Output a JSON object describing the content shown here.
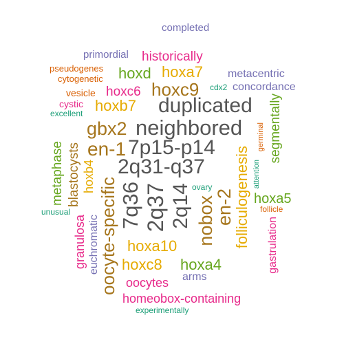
{
  "colors": {
    "gray": "#555555",
    "brown": "#a6761d",
    "mustard": "#e6ab02",
    "green": "#66a61e",
    "teal": "#1b9e77",
    "magenta": "#e7298a",
    "purple": "#7570b3",
    "orange": "#d95f02"
  },
  "words": [
    {
      "text": "completed",
      "color": "#7570b3"
    },
    {
      "text": "primordial",
      "color": "#7570b3"
    },
    {
      "text": "historically",
      "color": "#e7298a"
    },
    {
      "text": "pseudogenes",
      "color": "#d95f02"
    },
    {
      "text": "cytogenetic",
      "color": "#d95f02"
    },
    {
      "text": "hoxd",
      "color": "#66a61e"
    },
    {
      "text": "hoxa7",
      "color": "#e6ab02"
    },
    {
      "text": "metacentric",
      "color": "#7570b3"
    },
    {
      "text": "vesicle",
      "color": "#d95f02"
    },
    {
      "text": "hoxc6",
      "color": "#e7298a"
    },
    {
      "text": "hoxc9",
      "color": "#a6761d"
    },
    {
      "text": "cdx2",
      "color": "#1b9e77"
    },
    {
      "text": "concordance",
      "color": "#7570b3"
    },
    {
      "text": "cystic",
      "color": "#e7298a"
    },
    {
      "text": "hoxb7",
      "color": "#e6ab02"
    },
    {
      "text": "duplicated",
      "color": "#555555"
    },
    {
      "text": "excellent",
      "color": "#1b9e77"
    },
    {
      "text": "segmentally",
      "color": "#66a61e"
    },
    {
      "text": "gbx2",
      "color": "#a6761d"
    },
    {
      "text": "neighbored",
      "color": "#555555"
    },
    {
      "text": "germinal",
      "color": "#d95f02"
    },
    {
      "text": "metaphase",
      "color": "#66a61e"
    },
    {
      "text": "en-1",
      "color": "#a6761d"
    },
    {
      "text": "7p15-p14",
      "color": "#555555"
    },
    {
      "text": "blastocysts",
      "color": "#a6761d"
    },
    {
      "text": "2q31-q37",
      "color": "#555555"
    },
    {
      "text": "folliculogenesis",
      "color": "#e6ab02"
    },
    {
      "text": "hoxb4",
      "color": "#e6ab02"
    },
    {
      "text": "attention",
      "color": "#1b9e77"
    },
    {
      "text": "oocyte-specific",
      "color": "#a6761d"
    },
    {
      "text": "7q36",
      "color": "#555555"
    },
    {
      "text": "2q37",
      "color": "#555555"
    },
    {
      "text": "2q14",
      "color": "#555555"
    },
    {
      "text": "ovary",
      "color": "#1b9e77"
    },
    {
      "text": "hoxa5",
      "color": "#66a61e"
    },
    {
      "text": "nobox",
      "color": "#a6761d"
    },
    {
      "text": "en-2",
      "color": "#a6761d"
    },
    {
      "text": "follicle",
      "color": "#d95f02"
    },
    {
      "text": "unusual",
      "color": "#1b9e77"
    },
    {
      "text": "granulosa",
      "color": "#e7298a"
    },
    {
      "text": "euchromatic",
      "color": "#7570b3"
    },
    {
      "text": "gastrulation",
      "color": "#e7298a"
    },
    {
      "text": "hoxa10",
      "color": "#e6ab02"
    },
    {
      "text": "hoxc8",
      "color": "#e6ab02"
    },
    {
      "text": "hoxa4",
      "color": "#66a61e"
    },
    {
      "text": "arms",
      "color": "#7570b3"
    },
    {
      "text": "oocytes",
      "color": "#e7298a"
    },
    {
      "text": "homeobox-containing",
      "color": "#e7298a"
    },
    {
      "text": "experimentally",
      "color": "#1b9e77"
    }
  ]
}
